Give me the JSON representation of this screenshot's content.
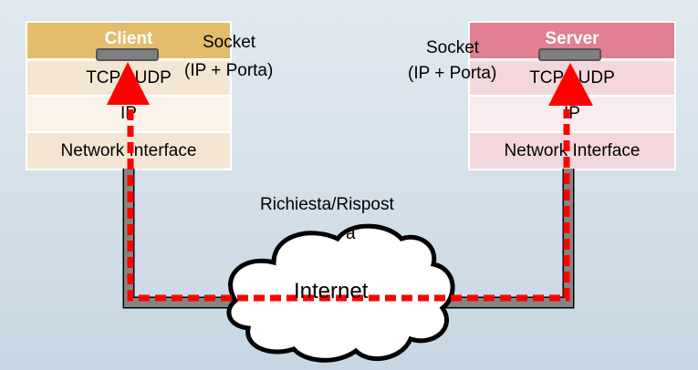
{
  "client": {
    "title": "Client",
    "layers": [
      "TCP / UDP",
      "IP",
      "Network Interface"
    ],
    "header_color": "#e3bd6b"
  },
  "server": {
    "title": "Server",
    "layers": [
      "TCP / UDP",
      "IP",
      "Network Interface"
    ],
    "header_color": "#e08090"
  },
  "socket_labels": {
    "client_line1": "Socket",
    "client_line2": "(IP + Porta)",
    "server_line1": "Socket",
    "server_line2": "(IP + Porta)"
  },
  "connection": {
    "label_line1": "Richiesta/Rispost",
    "label_line2": "a",
    "network_label": "Internet",
    "path_color": "#ff0000",
    "cable_color": "#808080"
  }
}
